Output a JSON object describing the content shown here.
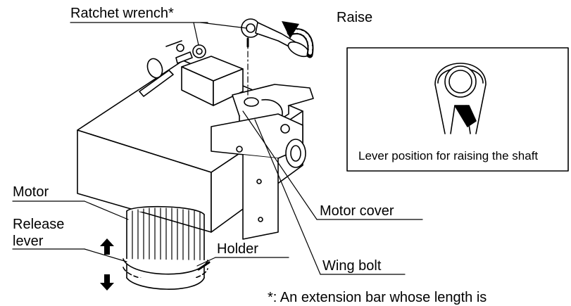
{
  "labels": {
    "ratchet_wrench": "Ratchet wrench*",
    "raise": "Raise",
    "motor": "Motor",
    "release_lever_line1": "Release",
    "release_lever_line2": "lever",
    "holder": "Holder",
    "motor_cover": "Motor cover",
    "wing_bolt": "Wing bolt"
  },
  "inset": {
    "caption": "Lever position for raising the shaft"
  },
  "footnote": "*: An extension bar whose length is"
}
